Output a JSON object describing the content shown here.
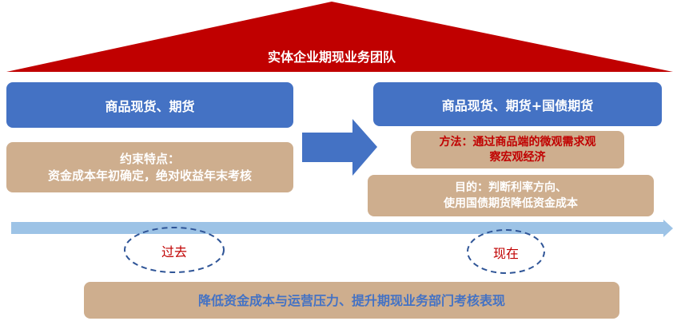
{
  "roof": {
    "title": "实体企业期现业务团队",
    "color": "#C00000"
  },
  "past": {
    "header": "商品现货、期货",
    "constraint_lines": [
      "约束特点：",
      "资金成本年初确定，绝对收益年末考核"
    ]
  },
  "present": {
    "header": "商品现货、期货+国债期货",
    "method_lines": [
      "方法：通过商品端的微观需求观",
      "察宏观经济"
    ],
    "goal_lines": [
      "目的：判断利率方向、",
      "使用国债期货降低资金成本"
    ]
  },
  "timeline": {
    "past_label": "过去",
    "present_label": "现在"
  },
  "footer": {
    "text": "降低资金成本与运营压力、提升期现业务部门考核表现"
  },
  "colors": {
    "blue": "#4472C4",
    "tan": "#CEAE8E",
    "timeline": "#9DC3E6",
    "red": "#C00000"
  }
}
